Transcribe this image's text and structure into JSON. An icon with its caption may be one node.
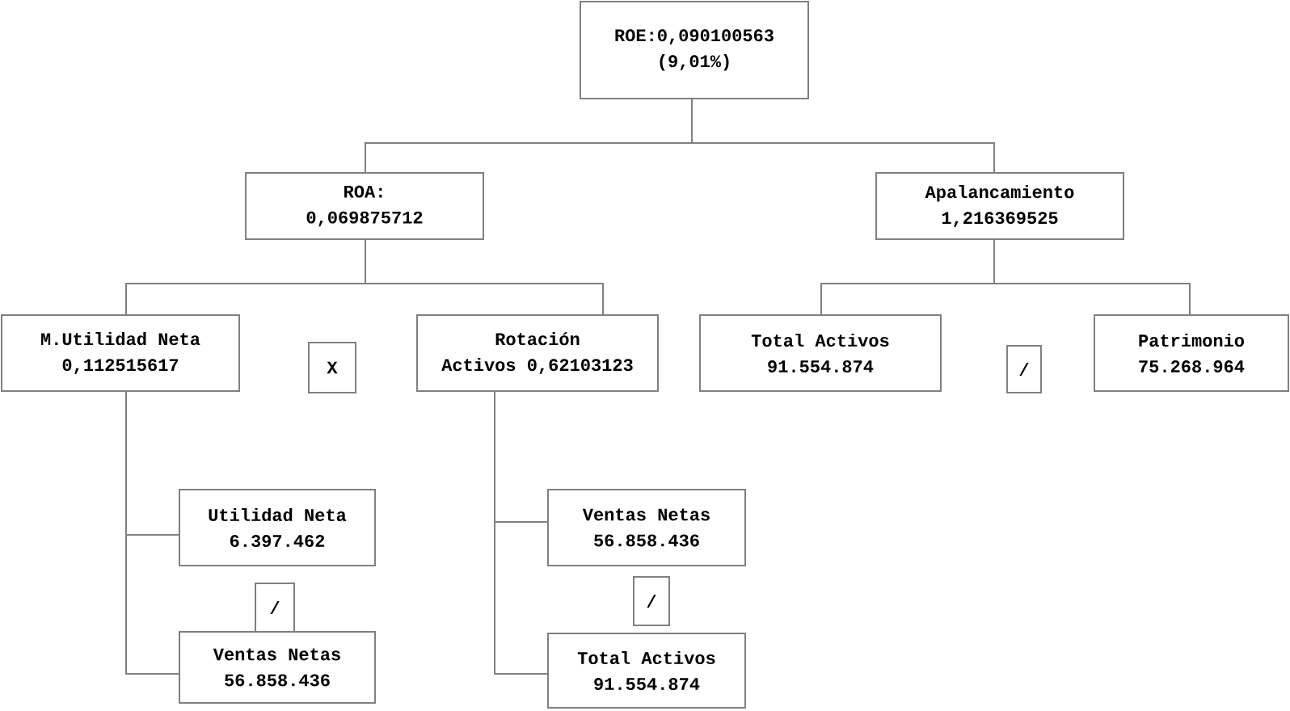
{
  "diagram": {
    "nodes": [
      {
        "text": [
          "ROE:0,090100563",
          "(9,01%)"
        ]
      },
      {
        "text": [
          "ROA:",
          "0,069875712"
        ]
      },
      {
        "text": [
          "Apalancamiento",
          "1,216369525"
        ]
      },
      {
        "text": [
          "M.Utilidad Neta",
          "0,112515617"
        ]
      },
      {
        "text": [
          "X"
        ]
      },
      {
        "text": [
          "Rotación",
          "Activos 0,62103123"
        ]
      },
      {
        "text": [
          "Total Activos",
          "91.554.874"
        ]
      },
      {
        "text": [
          "/"
        ]
      },
      {
        "text": [
          "Patrimonio",
          "75.268.964"
        ]
      },
      {
        "text": [
          "Utilidad Neta",
          "6.397.462"
        ]
      },
      {
        "text": [
          "Ventas Netas",
          "56.858.436"
        ]
      },
      {
        "text": [
          "/"
        ]
      },
      {
        "text": [
          "/"
        ]
      },
      {
        "text": [
          "Ventas Netas",
          "56.858.436"
        ]
      },
      {
        "text": [
          "Total Activos",
          "91.554.874"
        ]
      }
    ],
    "edges": [
      {
        "from": 0,
        "to": 1,
        "arrow": "none"
      },
      {
        "from": 0,
        "to": 2,
        "arrow": "none"
      },
      {
        "from": 1,
        "to": 3,
        "arrow": "none"
      },
      {
        "from": 1,
        "to": 5,
        "arrow": "none"
      },
      {
        "from": 2,
        "to": 6,
        "arrow": "none"
      },
      {
        "from": 2,
        "to": 8,
        "arrow": "none"
      },
      {
        "from": 3,
        "to": 9,
        "arrow": "none"
      },
      {
        "from": 3,
        "to": 13,
        "arrow": "none"
      },
      {
        "from": 5,
        "to": 10,
        "arrow": "none"
      },
      {
        "from": 5,
        "to": 14,
        "arrow": "none"
      }
    ]
  }
}
